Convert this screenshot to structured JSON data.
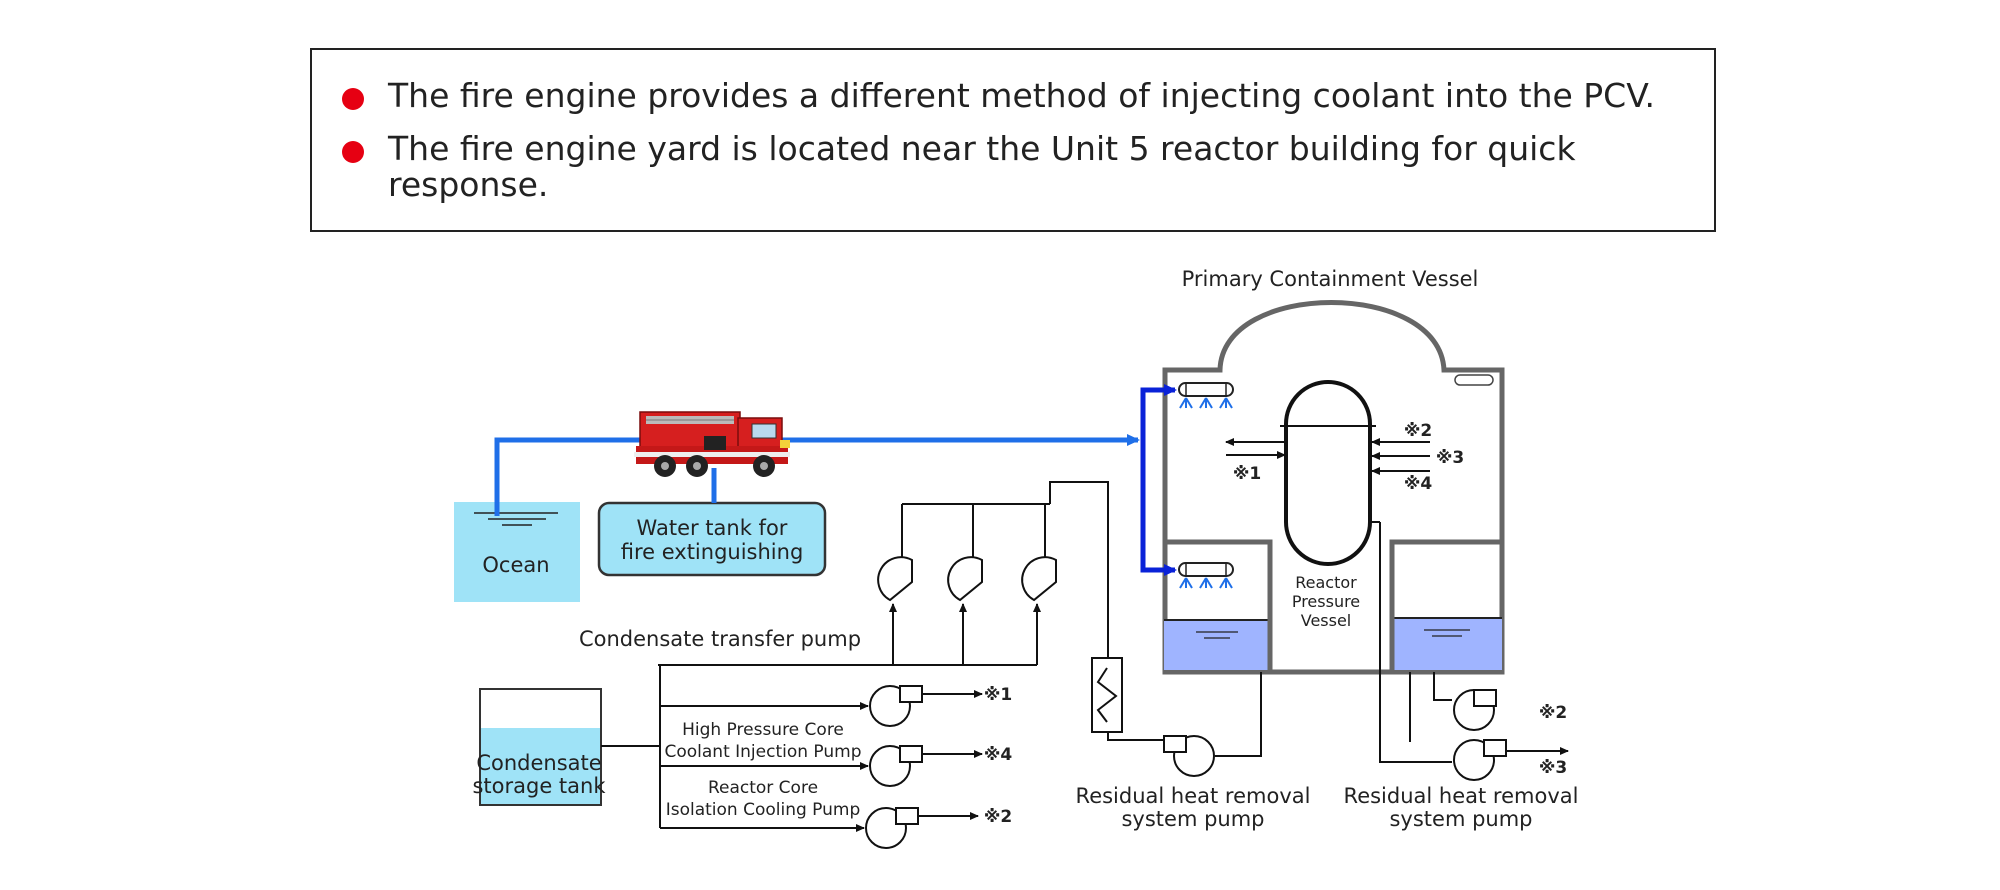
{
  "notes": [
    "The fire engine provides a different method of injecting coolant into the PCV.",
    "The fire engine yard is located near the Unit 5 reactor building for quick response."
  ],
  "diagram": {
    "pcv_label": "Primary Containment Vessel",
    "ocean_label": "Ocean",
    "water_tank_label": [
      "Water tank for",
      "fire extinguishing"
    ],
    "condensate_transfer_pump_label": "Condensate transfer pump",
    "condensate_storage_tank_label": [
      "Condensate",
      "storage tank"
    ],
    "hpci_label": [
      "High Pressure Core",
      "Coolant Injection Pump"
    ],
    "rcic_label": [
      "Reactor Core",
      "Isolation Cooling Pump"
    ],
    "rhr_left_label": [
      "Residual heat removal",
      "system pump"
    ],
    "rhr_right_label": [
      "Residual heat removal",
      "system pump"
    ],
    "rpv_label": [
      "Reactor",
      "Pressure",
      "Vessel"
    ],
    "ref_marks": {
      "m1": "※1",
      "m2": "※2",
      "m3": "※3",
      "m4": "※4"
    },
    "colors": {
      "fire_line": "#1f6fe8",
      "injection_line": "#0a22d8",
      "water": "#9fe3f7",
      "pool_water": "#9fb4ff",
      "bullet": "#e60012",
      "vessel_wall": "#666666"
    }
  }
}
